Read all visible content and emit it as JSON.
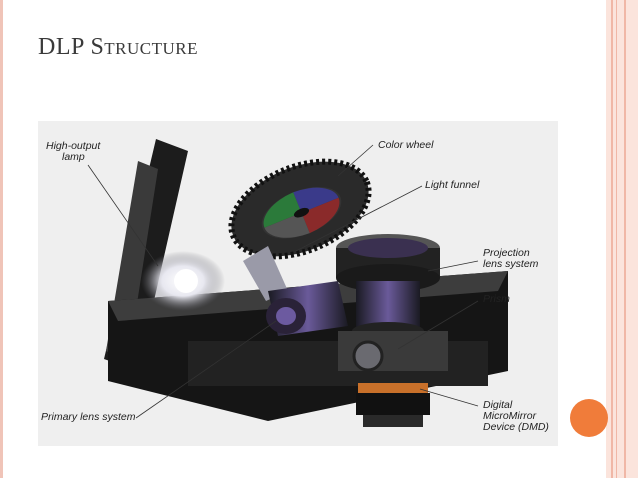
{
  "slide": {
    "title": "DLP Structure",
    "title_first": "DLP",
    "title_rest": "Structure"
  },
  "figure": {
    "labels": {
      "lamp_line1": "High-output",
      "lamp_line2": "lamp",
      "color_wheel": "Color wheel",
      "light_funnel": "Light funnel",
      "projection_line1": "Projection",
      "projection_line2": "lens system",
      "prism": "Prism",
      "primary_lens": "Primary lens system",
      "dmd_line1": "Digital",
      "dmd_line2": "MicroMirror",
      "dmd_line3": "Device (DMD)"
    }
  },
  "colors": {
    "accent_dot": "#f07c3a",
    "border": "#f0b7a6",
    "band": "#fbe4dc"
  }
}
